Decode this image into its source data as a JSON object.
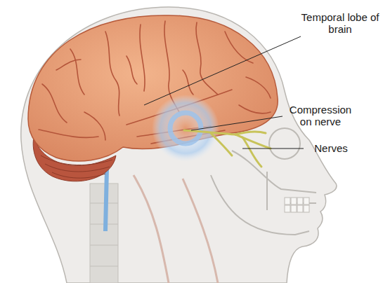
{
  "diagram": {
    "labels": [
      "Temporal lobe of brain",
      "Compression on nerve",
      "Nerves"
    ]
  }
}
